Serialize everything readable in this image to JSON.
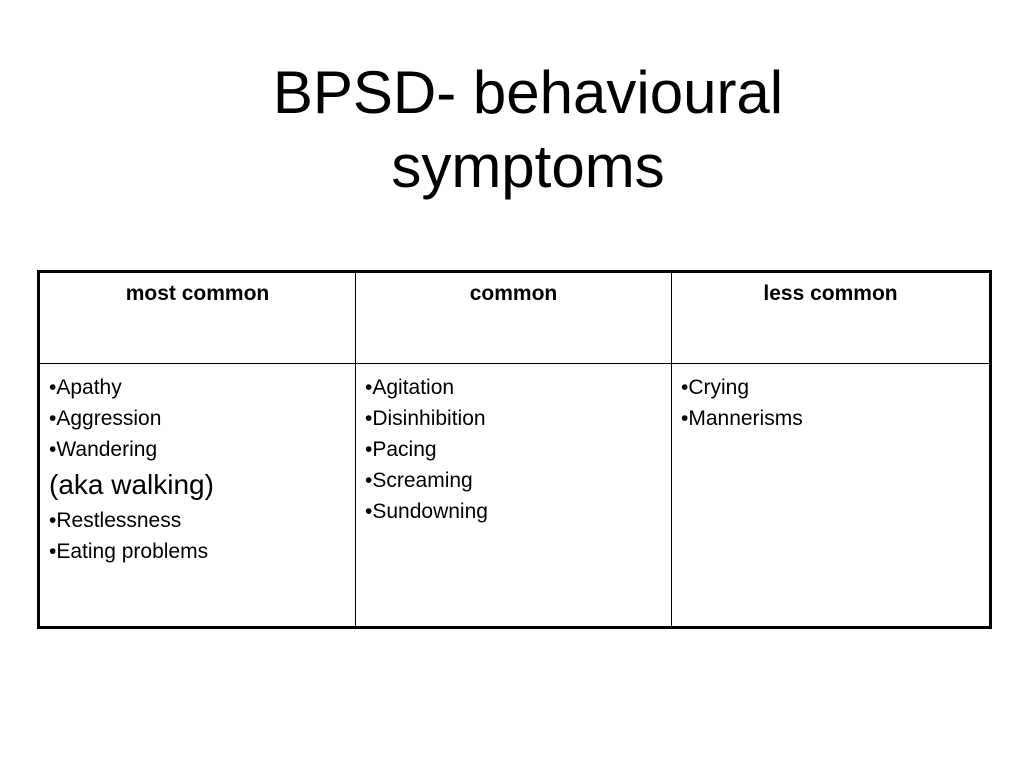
{
  "slide": {
    "title_line1": "BPSD- behavioural",
    "title_line2": "symptoms"
  },
  "table": {
    "headers": [
      "most common",
      "common",
      "less common"
    ],
    "columns": [
      {
        "items": [
          "•Apathy",
          "•Aggression",
          "•Wandering"
        ],
        "note": "(aka walking)",
        "items_after": [
          "•Restlessness",
          "•Eating problems"
        ]
      },
      {
        "items": [
          "•Agitation",
          "•Disinhibition",
          "•Pacing",
          "•Screaming",
          "•Sundowning"
        ]
      },
      {
        "items": [
          "•Crying",
          "•Mannerisms"
        ]
      }
    ]
  }
}
